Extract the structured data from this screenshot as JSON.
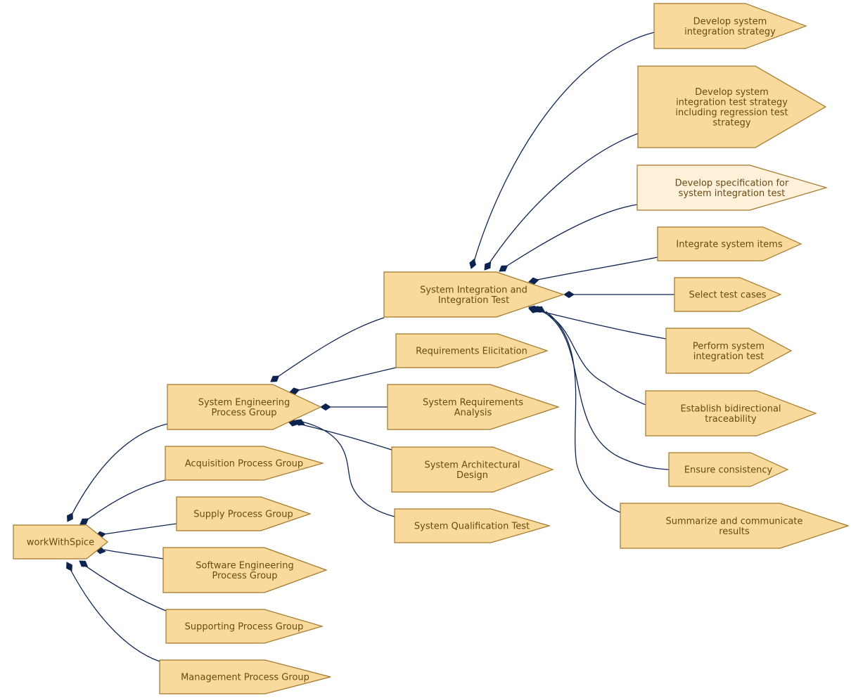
{
  "diagram": {
    "nodes": [
      {
        "id": "root",
        "lines": [
          "workWithSpice"
        ]
      },
      {
        "id": "sepg",
        "lines": [
          "System Engineering",
          "Process Group"
        ]
      },
      {
        "id": "acq",
        "lines": [
          "Acquisition Process Group"
        ]
      },
      {
        "id": "sup",
        "lines": [
          "Supply Process Group"
        ]
      },
      {
        "id": "swe",
        "lines": [
          "Software Engineering",
          "Process Group"
        ]
      },
      {
        "id": "supp",
        "lines": [
          "Supporting Process Group"
        ]
      },
      {
        "id": "mgmt",
        "lines": [
          "Management Process Group"
        ]
      },
      {
        "id": "sit",
        "lines": [
          "System Integration and",
          "Integration Test"
        ]
      },
      {
        "id": "req",
        "lines": [
          "Requirements Elicitation"
        ]
      },
      {
        "id": "sra",
        "lines": [
          "System Requirements",
          "Analysis"
        ]
      },
      {
        "id": "sad",
        "lines": [
          "System Architectural",
          "Design"
        ]
      },
      {
        "id": "sqt",
        "lines": [
          "System Qualification Test"
        ]
      },
      {
        "id": "t1",
        "lines": [
          "Develop system",
          "integration strategy"
        ]
      },
      {
        "id": "t2",
        "lines": [
          "Develop system",
          "integration test strategy",
          "including regression test",
          "strategy"
        ]
      },
      {
        "id": "t3",
        "lines": [
          "Develop specification for",
          "system integration test"
        ],
        "highlight": true
      },
      {
        "id": "t4",
        "lines": [
          "Integrate system items"
        ]
      },
      {
        "id": "t5",
        "lines": [
          "Select test cases"
        ]
      },
      {
        "id": "t6",
        "lines": [
          "Perform system",
          "integration test"
        ]
      },
      {
        "id": "t7",
        "lines": [
          "Establish bidirectional",
          "traceability"
        ]
      },
      {
        "id": "t8",
        "lines": [
          "Ensure consistency"
        ]
      },
      {
        "id": "t9",
        "lines": [
          "Summarize and communicate",
          "results"
        ]
      }
    ],
    "edges": [
      {
        "from": "root",
        "to": "sepg"
      },
      {
        "from": "root",
        "to": "acq"
      },
      {
        "from": "root",
        "to": "sup"
      },
      {
        "from": "root",
        "to": "swe"
      },
      {
        "from": "root",
        "to": "supp"
      },
      {
        "from": "root",
        "to": "mgmt"
      },
      {
        "from": "sepg",
        "to": "sit"
      },
      {
        "from": "sepg",
        "to": "req"
      },
      {
        "from": "sepg",
        "to": "sra"
      },
      {
        "from": "sepg",
        "to": "sad"
      },
      {
        "from": "sepg",
        "to": "sqt"
      },
      {
        "from": "sit",
        "to": "t1"
      },
      {
        "from": "sit",
        "to": "t2"
      },
      {
        "from": "sit",
        "to": "t3"
      },
      {
        "from": "sit",
        "to": "t4"
      },
      {
        "from": "sit",
        "to": "t5"
      },
      {
        "from": "sit",
        "to": "t6"
      },
      {
        "from": "sit",
        "to": "t7"
      },
      {
        "from": "sit",
        "to": "t8"
      },
      {
        "from": "sit",
        "to": "t9"
      }
    ]
  },
  "colors": {
    "node_fill": "#f9d99c",
    "node_fill_highlight": "#fff0d9",
    "node_stroke": "#a2772b",
    "label": "#6b4a12",
    "edge": "#0e2450"
  }
}
